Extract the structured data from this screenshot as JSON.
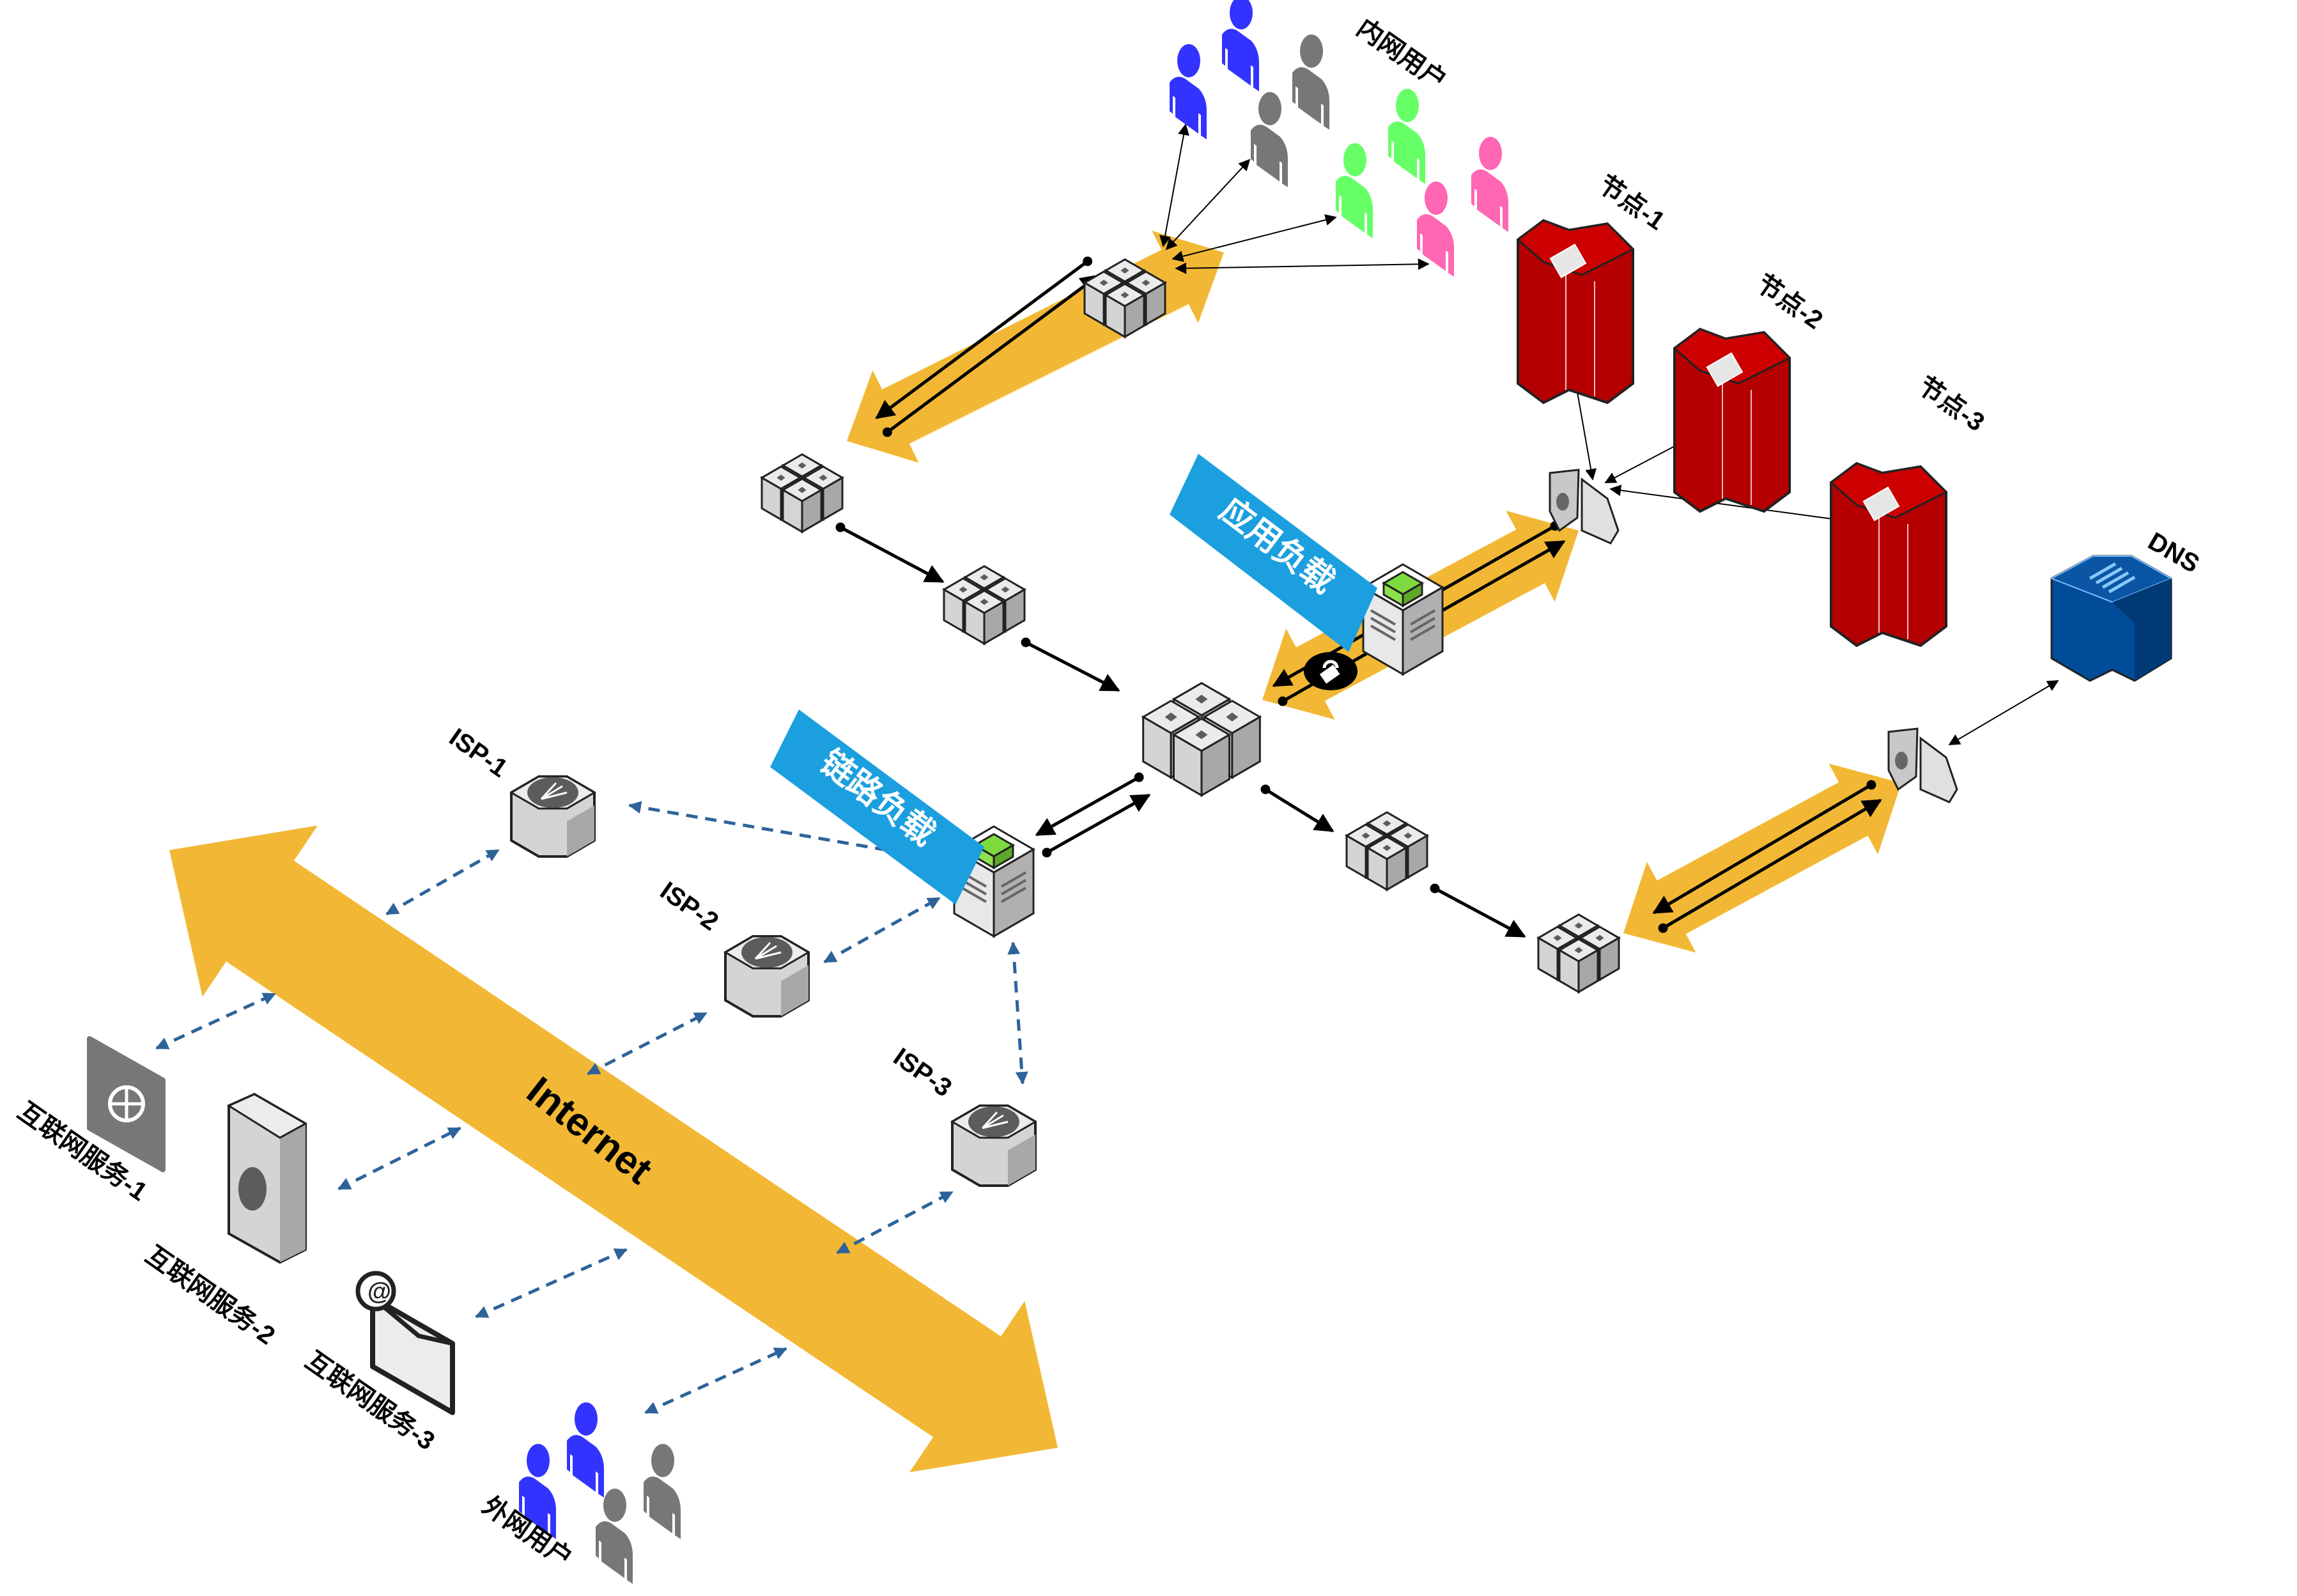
{
  "diagram": {
    "title_labels": {
      "internet": "Internet",
      "link_lb_tag": "链路负载",
      "app_lb_tag": "应用负载",
      "internal_users": "内网用户",
      "external_users": "外网用户",
      "dns": "DNS"
    },
    "nodes": [
      {
        "id": "node-1",
        "label": "节点-1"
      },
      {
        "id": "node-2",
        "label": "节点-2"
      },
      {
        "id": "node-3",
        "label": "节点-3"
      }
    ],
    "isps": [
      {
        "id": "isp-1",
        "label": "ISP-1"
      },
      {
        "id": "isp-2",
        "label": "ISP-2"
      },
      {
        "id": "isp-3",
        "label": "ISP-3"
      }
    ],
    "services": [
      {
        "id": "service-1",
        "label": "互联网服务-1",
        "icon": "film-globe-icon"
      },
      {
        "id": "service-2",
        "label": "互联网服务-2",
        "icon": "web-server-icon"
      },
      {
        "id": "service-3",
        "label": "互联网服务-3",
        "icon": "email-icon"
      }
    ],
    "internal_user_colors": [
      "#3333ff",
      "#3333ff",
      "#777777",
      "#777777",
      "#66ff66",
      "#66ff66",
      "#ff66b3",
      "#ff66b3"
    ],
    "external_user_colors": [
      "#3333ff",
      "#3333ff",
      "#777777",
      "#777777"
    ],
    "colors": {
      "band": "#f2b835",
      "tag": "#1b9fdf",
      "dashed_link": "#2d6399",
      "node": "#c80000",
      "dns": "#004c99",
      "lb_top": "#7edb3e"
    }
  }
}
